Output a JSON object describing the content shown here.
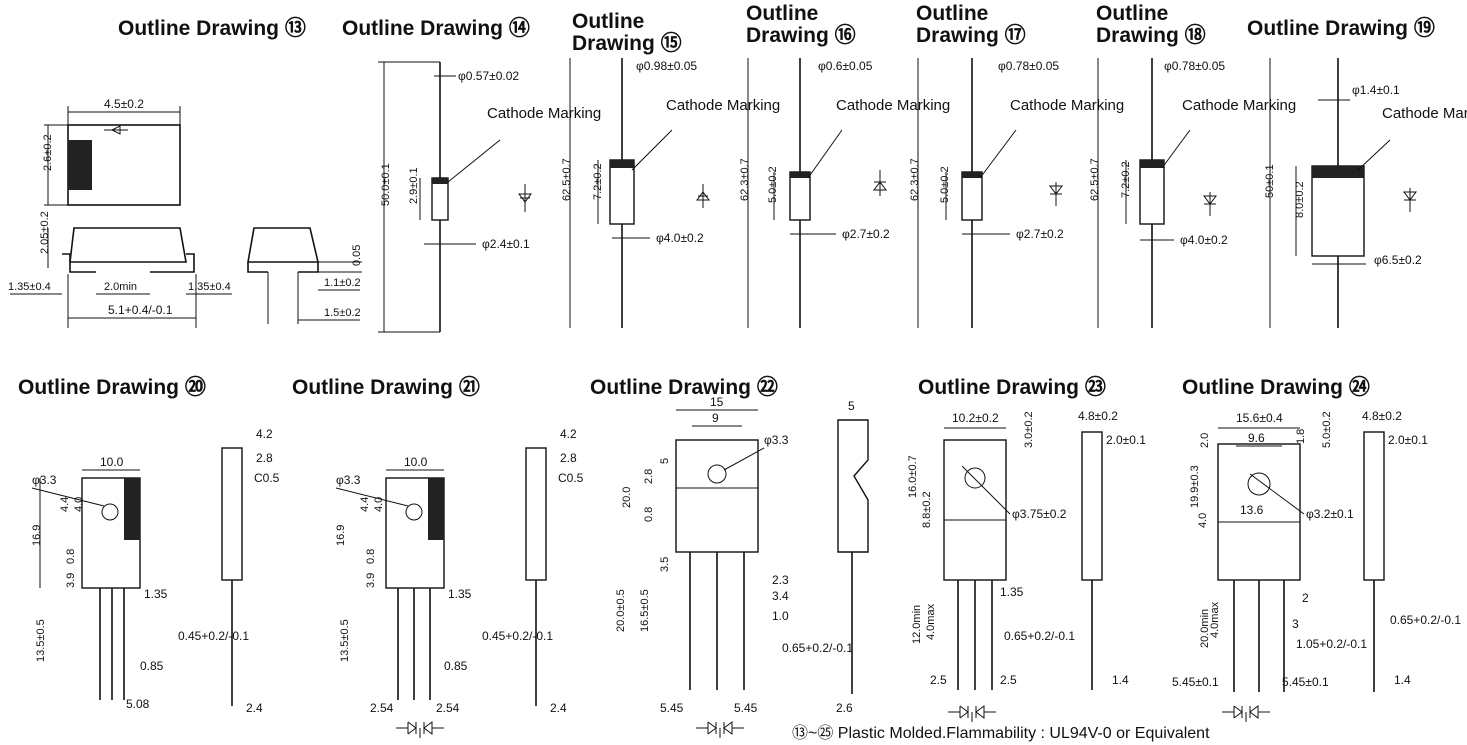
{
  "colors": {
    "ink": "#111111",
    "paper": "#ffffff"
  },
  "icons": [
    "diode-symbol-icon",
    "dual-diode-symbol-icon"
  ],
  "top_row": {
    "d73": {
      "title": "Outline Drawing ⑬",
      "dims": [
        "4.5±0.2",
        "2.6±0.2",
        "2.05±0.2",
        "0.05",
        "1.35±0.4",
        "2.0min",
        "1.35±0.4",
        "1.1±0.2",
        "5.1+0.4/-0.1",
        "1.5±0.2"
      ]
    },
    "d74": {
      "title": "Outline Drawing ⑭",
      "cathode": "Cathode Marking",
      "dims": [
        "φ0.57±0.02",
        "50.0±0.1",
        "2.9±0.1",
        "φ2.4±0.1"
      ]
    },
    "d75": {
      "title_line1": "Outline",
      "title_line2": "Drawing ⑮",
      "cathode": "Cathode Marking",
      "dims": [
        "φ0.98±0.05",
        "62.5±0.7",
        "7.2±0.2",
        "φ4.0±0.2"
      ]
    },
    "d76": {
      "title_line1": "Outline",
      "title_line2": "Drawing ⑯",
      "cathode": "Cathode Marking",
      "dims": [
        "φ0.6±0.05",
        "62.3±0.7",
        "5.0±0.2",
        "φ2.7±0.2"
      ]
    },
    "d77": {
      "title_line1": "Outline",
      "title_line2": "Drawing ⑰",
      "cathode": "Cathode Marking",
      "dims": [
        "φ0.78±0.05",
        "62.3±0.7",
        "5.0±0.2",
        "φ2.7±0.2"
      ]
    },
    "d78": {
      "title_line1": "Outline",
      "title_line2": "Drawing ⑱",
      "cathode": "Cathode Marking",
      "dims": [
        "φ0.78±0.05",
        "62.5±0.7",
        "7.2±0.2",
        "φ4.0±0.2"
      ]
    },
    "d79": {
      "title": "Outline Drawing ⑲",
      "cathode": "Cathode Marking",
      "dims": [
        "φ1.4±0.1",
        "50±0.1",
        "8.0±0.2",
        "φ6.5±0.2"
      ]
    }
  },
  "bottom_row": {
    "d80": {
      "title": "Outline Drawing ⑳",
      "dims": [
        "φ3.3",
        "10.0",
        "16.9",
        "4.4",
        "4.0",
        "0.8",
        "3.9",
        "13.5±0.5",
        "1.35",
        "0.85",
        "5.08",
        "4.2",
        "2.8",
        "C0.5",
        "0.45+0.2/-0.1",
        "2.4"
      ]
    },
    "d81": {
      "title": "Outline Drawing ㉑",
      "dims": [
        "φ3.3",
        "10.0",
        "16.9",
        "4.4",
        "4.0",
        "0.8",
        "3.9",
        "13.5±0.5",
        "1.35",
        "0.85",
        "2.54",
        "2.54",
        "4.2",
        "2.8",
        "C0.5",
        "0.45+0.2/-0.1",
        "2.4"
      ]
    },
    "d82": {
      "title": "Outline Drawing ㉒",
      "dims": [
        "15",
        "9",
        "φ3.3",
        "2.8",
        "5",
        "20.0",
        "0.8",
        "3.5",
        "20.0±0.5",
        "16.5±0.5",
        "2.3",
        "3.4",
        "1.0",
        "5.45",
        "5.45",
        "5",
        "0.65+0.2/-0.1",
        "2.6"
      ]
    },
    "d83": {
      "title": "Outline Drawing ㉓",
      "dims": [
        "10.2±0.2",
        "3.0±0.2",
        "φ3.75±0.2",
        "16.0±0.7",
        "8.8±0.2",
        "1.35",
        "12.0min",
        "4.0max",
        "0.65+0.2/-0.1",
        "2.5",
        "2.5",
        "4.8±0.2",
        "2.0±0.1",
        "1.4"
      ]
    },
    "d84": {
      "title": "Outline Drawing ㉔",
      "dims": [
        "15.6±0.4",
        "2.0",
        "9.6",
        "1.8",
        "5.0±0.2",
        "19.9±0.3",
        "13.6",
        "φ3.2±0.1",
        "4.0",
        "2",
        "3",
        "20.0min",
        "4.0max",
        "1.05+0.2/-0.1",
        "5.45±0.1",
        "5.45±0.1",
        "4.8±0.2",
        "2.0±0.1",
        "0.65+0.2/-0.1",
        "1.4"
      ]
    }
  },
  "footer": "⑬~㉕ Plastic Molded.Flammability : UL94V-0 or Equivalent"
}
